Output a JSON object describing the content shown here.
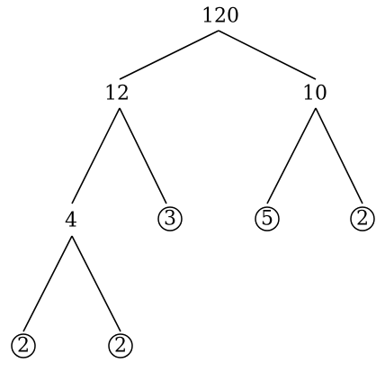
{
  "tree": {
    "nodes": {
      "n120": {
        "value": "120",
        "prime": false
      },
      "n12": {
        "value": "12",
        "prime": false
      },
      "n10": {
        "value": "10",
        "prime": false
      },
      "n4": {
        "value": "4",
        "prime": false
      },
      "n3": {
        "value": "3",
        "prime": true
      },
      "n5": {
        "value": "5",
        "prime": true
      },
      "n2a": {
        "value": "2",
        "prime": true
      },
      "n2b": {
        "value": "2",
        "prime": true
      },
      "n2c": {
        "value": "2",
        "prime": true
      }
    },
    "edges": [
      [
        "n120",
        "n12"
      ],
      [
        "n120",
        "n10"
      ],
      [
        "n12",
        "n4"
      ],
      [
        "n12",
        "n3"
      ],
      [
        "n10",
        "n5"
      ],
      [
        "n10",
        "n2a"
      ],
      [
        "n4",
        "n2b"
      ],
      [
        "n4",
        "n2c"
      ]
    ]
  }
}
